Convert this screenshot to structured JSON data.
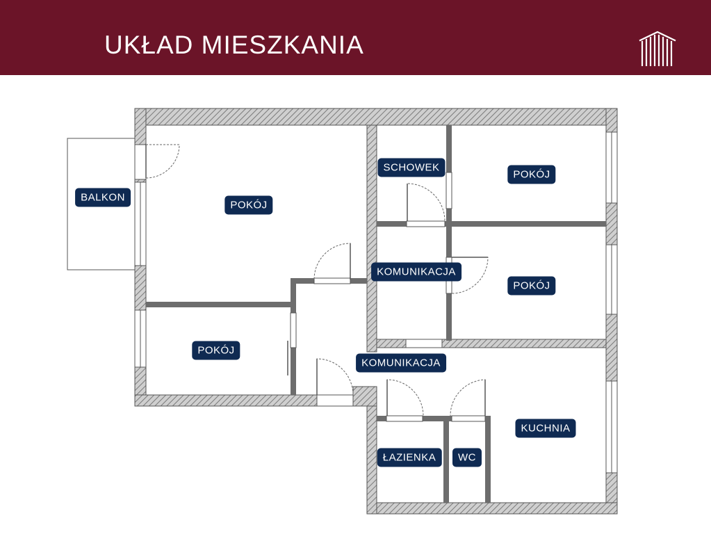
{
  "header": {
    "title": "UKŁAD MIESZKANIA",
    "logo_icon": "building-columns-logo"
  },
  "colors": {
    "header_bg": "#6b1428",
    "label_bg": "#0f2a52",
    "wall_fill": "#c8c8c8"
  },
  "rooms": {
    "balkon": "BALKON",
    "pokoj_main": "POKÓJ",
    "pokoj_bottom_left": "POKÓJ",
    "schowek": "SCHOWEK",
    "pokoj_top_right": "POKÓJ",
    "komunikacja_upper": "KOMUNIKACJA",
    "pokoj_mid_right": "POKÓJ",
    "komunikacja_lower": "KOMUNIKACJA",
    "kuchnia": "KUCHNIA",
    "lazienka": "ŁAZIENKA",
    "wc": "WC"
  }
}
